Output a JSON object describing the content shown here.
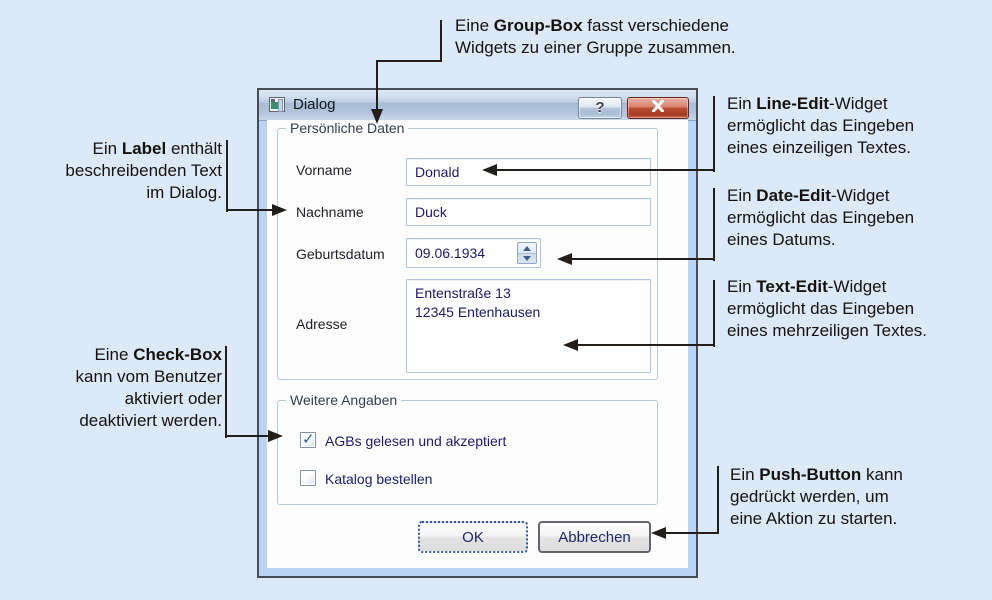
{
  "colors": {
    "page_background": "#dbe9f9",
    "dialog_frame": "#b9d4f4",
    "close_button_red": "#bc4e35",
    "connector": "#231e1a",
    "value_text": "#1b1b6e"
  },
  "icons": {
    "dialog_icon": "form-window-icon",
    "help_icon": "?",
    "close_icon": "x-cross",
    "spin_up_icon": "triangle-up",
    "spin_down_icon": "triangle-down",
    "check_icon": "✓"
  },
  "annotations": {
    "groupbox": {
      "lines": [
        {
          "parts": [
            {
              "t": "Eine "
            },
            {
              "t": "Group-Box",
              "b": true
            },
            {
              "t": " fasst verschiedene"
            }
          ]
        },
        {
          "parts": [
            {
              "t": "Widgets zu einer Gruppe zusammen."
            }
          ]
        }
      ]
    },
    "label": {
      "lines": [
        {
          "parts": [
            {
              "t": "Ein "
            },
            {
              "t": "Label",
              "b": true
            },
            {
              "t": " enthält"
            }
          ]
        },
        {
          "parts": [
            {
              "t": "beschreibenden Text"
            }
          ]
        },
        {
          "parts": [
            {
              "t": "im Dialog."
            }
          ]
        }
      ]
    },
    "checkbox": {
      "lines": [
        {
          "parts": [
            {
              "t": "Eine "
            },
            {
              "t": "Check-Box",
              "b": true
            }
          ]
        },
        {
          "parts": [
            {
              "t": "kann vom Benutzer"
            }
          ]
        },
        {
          "parts": [
            {
              "t": "aktiviert oder"
            }
          ]
        },
        {
          "parts": [
            {
              "t": "deaktiviert werden."
            }
          ]
        }
      ]
    },
    "lineedit": {
      "lines": [
        {
          "parts": [
            {
              "t": "Ein "
            },
            {
              "t": "Line-Edit",
              "b": true
            },
            {
              "t": "-Widget"
            }
          ]
        },
        {
          "parts": [
            {
              "t": "ermöglicht das Eingeben"
            }
          ]
        },
        {
          "parts": [
            {
              "t": "eines einzeiligen Textes."
            }
          ]
        }
      ]
    },
    "dateedit": {
      "lines": [
        {
          "parts": [
            {
              "t": "Ein "
            },
            {
              "t": "Date-Edit",
              "b": true
            },
            {
              "t": "-Widget"
            }
          ]
        },
        {
          "parts": [
            {
              "t": "ermöglicht das Eingeben"
            }
          ]
        },
        {
          "parts": [
            {
              "t": "eines Datums."
            }
          ]
        }
      ]
    },
    "textedit": {
      "lines": [
        {
          "parts": [
            {
              "t": "Ein "
            },
            {
              "t": "Text-Edit",
              "b": true
            },
            {
              "t": "-Widget"
            }
          ]
        },
        {
          "parts": [
            {
              "t": "ermöglicht das Eingeben"
            }
          ]
        },
        {
          "parts": [
            {
              "t": "eines mehrzeiligen Textes."
            }
          ]
        }
      ]
    },
    "pushbutton": {
      "lines": [
        {
          "parts": [
            {
              "t": "Ein "
            },
            {
              "t": "Push-Button",
              "b": true
            },
            {
              "t": " kann"
            }
          ]
        },
        {
          "parts": [
            {
              "t": "gedrückt werden, um"
            }
          ]
        },
        {
          "parts": [
            {
              "t": "eine Aktion zu starten."
            }
          ]
        }
      ]
    }
  },
  "dialog": {
    "title": "Dialog",
    "titlebar": {
      "help": "?"
    },
    "personal_group": {
      "title": "Persönliche Daten",
      "vorname": {
        "label": "Vorname",
        "value": "Donald"
      },
      "nachname": {
        "label": "Nachname",
        "value": "Duck"
      },
      "geburtsdatum": {
        "label": "Geburtsdatum",
        "value": "09.06.1934"
      },
      "adresse": {
        "label": "Adresse",
        "value": "Entenstraße 13\n12345 Entenhausen"
      }
    },
    "weitere_group": {
      "title": "Weitere Angaben",
      "checkbox_agb": {
        "label": "AGBs gelesen und akzeptiert",
        "checked": true,
        "mark": "✓"
      },
      "checkbox_katalog": {
        "label": "Katalog bestellen",
        "checked": false,
        "mark": ""
      }
    },
    "buttons": {
      "ok": "OK",
      "cancel": "Abbrechen"
    }
  }
}
